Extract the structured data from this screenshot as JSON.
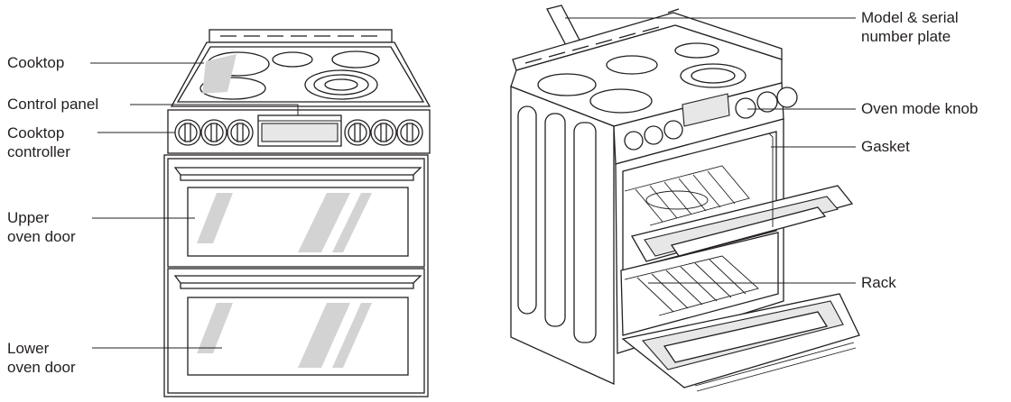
{
  "labels": {
    "cooktop": "Cooktop",
    "control_panel": "Control panel",
    "cooktop_controller": "Cooktop\ncontroller",
    "upper_oven_door": "Upper\noven door",
    "lower_oven_door": "Lower\noven door",
    "model_serial_plate": "Model & serial\nnumber plate",
    "oven_mode_knob": "Oven mode knob",
    "gasket": "Gasket",
    "rack": "Rack"
  }
}
